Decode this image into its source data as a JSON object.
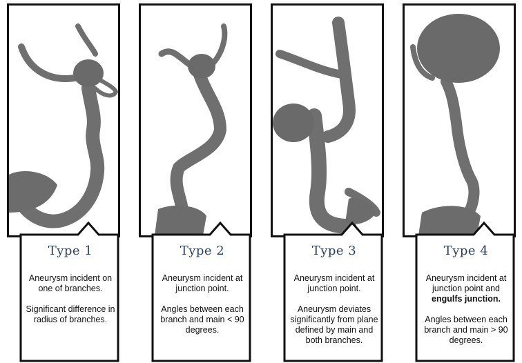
{
  "panels": [
    {
      "title": "Type 1",
      "desc1": "Aneurysm incident on one of branches.",
      "desc2": "Significant difference in radius of branches."
    },
    {
      "title": "Type 2",
      "desc1": "Aneurysm incident at junction point.",
      "desc2": "Angles between each branch and main < 90 degrees."
    },
    {
      "title": "Type 3",
      "desc1": "Aneurysm incident at junction point.",
      "desc2": "Aneurysm deviates significantly from plane defined by main and both branches."
    },
    {
      "title": "Type 4",
      "desc1_prefix": "Aneurysm incident at junction point and ",
      "desc1_bold": "engulfs junction.",
      "desc2": "Angles between each branch and main > 90 degrees."
    }
  ],
  "colors": {
    "vessel": "#6e6e6e",
    "title": "#2a3f5f",
    "border": "#111111"
  }
}
